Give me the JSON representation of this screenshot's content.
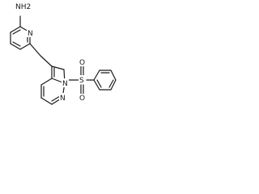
{
  "molecule": {
    "atom_labels": {
      "amine": "NH2",
      "pyridine_n": "N",
      "indole_n": "N",
      "ring_n": "N",
      "sulfur": "S",
      "oxygen_top": "O",
      "oxygen_bottom": "O"
    }
  }
}
